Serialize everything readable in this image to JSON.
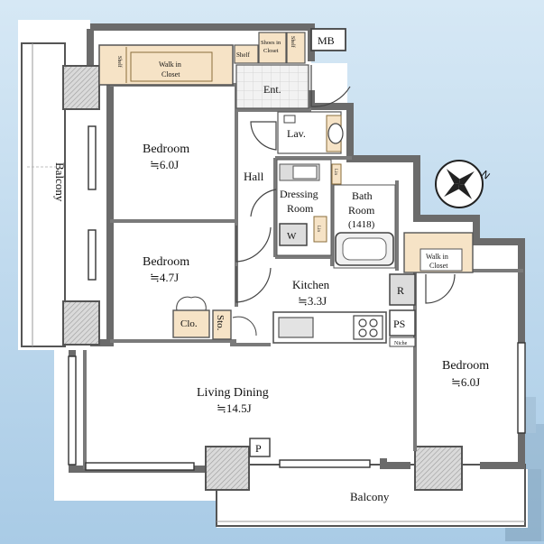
{
  "rooms": {
    "bedroom1": {
      "name": "Bedroom",
      "size": "≒6.0J"
    },
    "bedroom2": {
      "name": "Bedroom",
      "size": "≒4.7J"
    },
    "bedroom3": {
      "name": "Bedroom",
      "size": "≒6.0J"
    },
    "living": {
      "name": "Living Dining",
      "size": "≒14.5J"
    },
    "kitchen": {
      "name": "Kitchen",
      "size": "≒3.3J"
    },
    "dressing": {
      "line1": "Dressing",
      "line2": "Room"
    },
    "bath": {
      "line1": "Bath",
      "line2": "Room",
      "line3": "(1418)"
    },
    "hall": "Hall",
    "entrance": "Ent.",
    "lavatory": "Lav.",
    "closet": "Clo.",
    "storage": "Sto.",
    "walkin1": {
      "line1": "Walk in",
      "line2": "Closet"
    },
    "walkin2": {
      "line1": "Walk in",
      "line2": "Closet"
    },
    "shelf_left": "Shelf",
    "shelf_ent": "Shelf",
    "shelf_right": "Shelf",
    "shoes": {
      "line1": "Shoes in",
      "line2": "Closet"
    }
  },
  "markers": {
    "mb": "MB",
    "ps": "PS",
    "r": "R",
    "p": "P",
    "w": "W",
    "niche": "Niche",
    "fridge_small": "Lin",
    "linen": "Lin"
  },
  "balconies": {
    "west": "Balcony",
    "south": "Balcony"
  },
  "colors": {
    "sky": "#c4ddf0",
    "wall": "#6b6b6b",
    "wall_light": "#cfcfcf",
    "closet_fill": "#f6e3c6",
    "floor": "#ffffff",
    "balcony": "#ffffff",
    "tile": "#ececec"
  }
}
